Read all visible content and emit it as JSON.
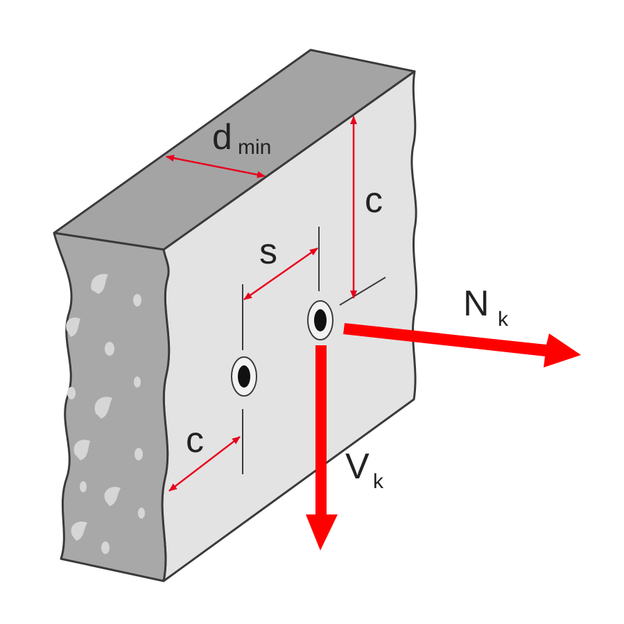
{
  "labels": {
    "d_main": "d",
    "d_sub": "min",
    "c_top": "c",
    "s": "s",
    "c_bottom": "c",
    "N_main": "N",
    "N_sub": "k",
    "V_main": "V",
    "V_sub": "k"
  },
  "colors": {
    "arrow": "#ff0000",
    "dimension": "#e8001c",
    "top_face": "#a4a4a4",
    "front_face": "#e3e3e3",
    "side_face": "#a8a8a8",
    "aggregate": "#d6d6d6",
    "outline": "#3a3a3a"
  },
  "icons": {
    "anchor_hole": "anchor-hole-icon"
  }
}
